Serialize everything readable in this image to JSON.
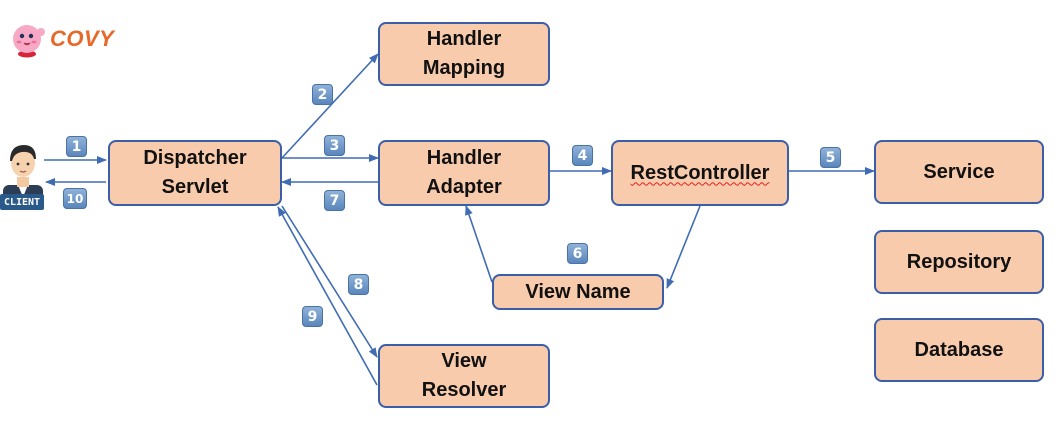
{
  "logo": {
    "text": "COVY"
  },
  "client": {
    "label": "CLIENT"
  },
  "boxes": {
    "dispatcher": "Dispatcher\nServlet",
    "handler_mapping": "Handler\nMapping",
    "handler_adapter": "Handler\nAdapter",
    "rest_controller": "RestController",
    "service": "Service",
    "repository": "Repository",
    "database": "Database",
    "view_name": "View Name",
    "view_resolver": "View\nResolver"
  },
  "steps": {
    "s1": "1",
    "s2": "2",
    "s3": "3",
    "s4": "4",
    "s5": "5",
    "s6": "6",
    "s7": "7",
    "s8": "8",
    "s9": "9",
    "s10": "10"
  },
  "colors": {
    "box_fill": "#f8cbad",
    "box_border": "#3b5ea8",
    "arrow": "#3f6cb3",
    "logo": "#e8682a"
  }
}
